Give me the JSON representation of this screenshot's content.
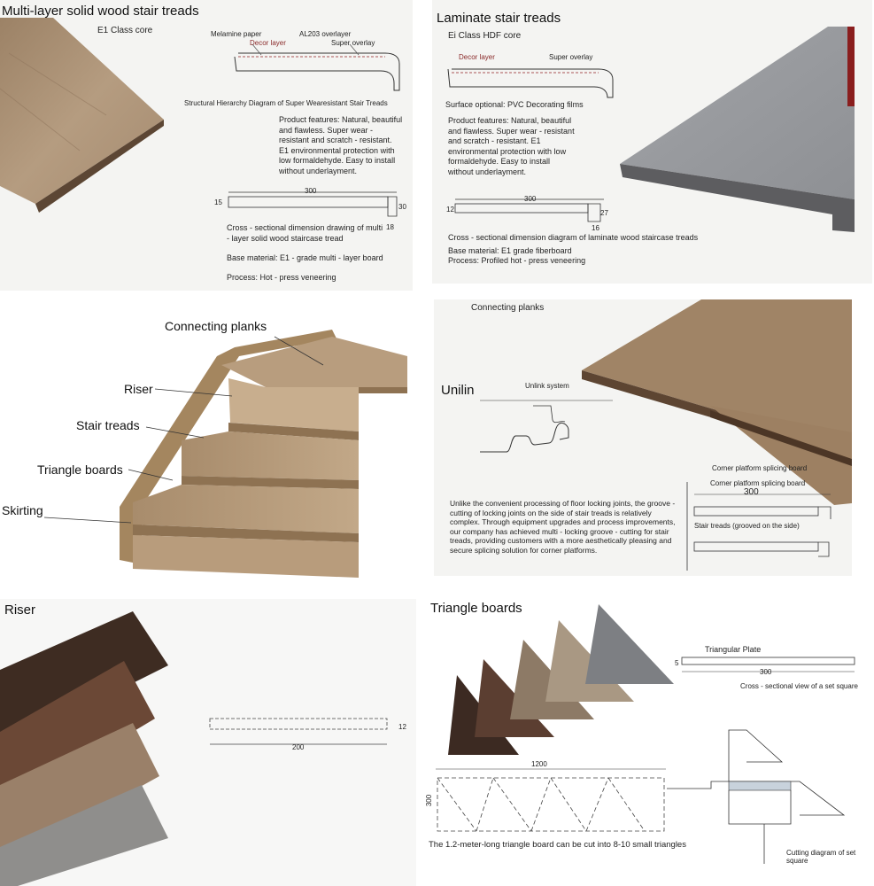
{
  "section1": {
    "title": "Multi-layer solid wood stair treads",
    "core": "E1 Class core",
    "melamine": "Melamine paper",
    "al203": "AL203 overlayer",
    "decor": "Decor layer",
    "super_overlay": "Super overlay",
    "structural": "Structural Hierarchy Diagram of Super Wearesistant Stair Treads",
    "features": "Product features: Natural, beautiful and flawless. Super wear - resistant and scratch - resistant. E1 environmental protection with low formaldehyde. Easy to install without underlayment.",
    "dim_300": "300",
    "dim_15": "15",
    "dim_30": "30",
    "dim_18": "18",
    "cross": "Cross - sectional dimension drawing of multi - layer solid wood staircase tread",
    "base": "Base material: E1 - grade multi - layer board",
    "process": "Process: Hot - press veneering"
  },
  "section2": {
    "title": "Laminate stair treads",
    "core": "Ei Class HDF core",
    "decor": "Decor layer",
    "super_overlay": "Super overlay",
    "surface": "Surface optional: PVC Decorating films",
    "features": "Product features: Natural, beautiful and flawless. Super wear - resistant and scratch - resistant. E1 environmental protection with low formaldehyde. Easy to install without underlayment.",
    "dim_300": "300",
    "dim_12": "12",
    "dim_27": "27",
    "dim_16": "16",
    "cross": "Cross - sectional dimension diagram of laminate wood staircase treads",
    "base": "Base material: E1 grade fiberboard",
    "process": "Process: Profiled hot - press veneering"
  },
  "section3": {
    "connecting": "Connecting planks",
    "riser": "Riser",
    "treads": "Stair treads",
    "triangle": "Triangle boards",
    "skirting": "Skirting"
  },
  "section4": {
    "title": "Connecting planks",
    "unilin": "Unilin",
    "unlink": "Unlink system",
    "corner1": "Corner platform splicing board",
    "corner2": "Corner platform splicing board",
    "dim_300": "300",
    "grooved": "Stair treads (grooved on the side)",
    "text": "Unlike the convenient processing of floor locking joints, the groove - cutting of locking joints on the side of stair treads is relatively complex. Through equipment upgrades and process improvements, our company has achieved multi - locking groove - cutting for stair treads, providing customers with a more aesthetically pleasing and secure splicing solution for corner platforms."
  },
  "section5": {
    "title": "Riser",
    "dim_12": "12",
    "dim_200": "200"
  },
  "section6": {
    "title": "Triangle boards",
    "plate": "Triangular  Plate",
    "dim_5": "5",
    "dim_300": "300",
    "cross": "Cross - sectional view of a set square",
    "dim_1200": "1200",
    "dim_300v": "300",
    "cut": "The 1.2-meter-long triangle board can be cut into 8-10 small triangles",
    "cutting": "Cutting diagram of set square"
  }
}
